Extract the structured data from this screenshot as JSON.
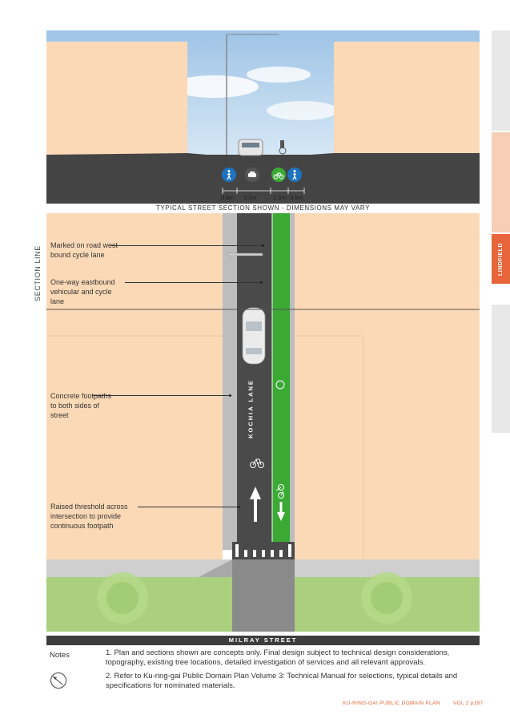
{
  "side_tab": {
    "label": "LINDFIELD"
  },
  "section": {
    "caption": "TYPICAL STREET SECTION SHOWN - DIMENSIONS MAY VARY",
    "dimensions": [
      "0.8m",
      "3.2m",
      "1.5m",
      "0.5m"
    ],
    "icons": [
      "pedestrian-icon",
      "car-icon",
      "bicycle-icon",
      "pedestrian-icon"
    ]
  },
  "plan": {
    "section_line_label": "SECTION LINE",
    "lane_name": "KOCHIA LANE",
    "street_name": "MILRAY STREET",
    "callouts": [
      "Marked on road west bound cycle lane",
      "One-way eastbound vehicular and cycle lane",
      "Concrete footpaths to both sides of street",
      "Raised threshold across intersection to provide continuous footpath"
    ]
  },
  "notes": {
    "title": "Notes",
    "items": [
      "1.  Plan and sections shown are concepts only. Final design subject to technical design considerations, topography, existing tree locations, detailed investigation of services and all relevant approvals.",
      "2.  Refer to Ku-ring-gai Public Domain Plan Volume 3: Technical Manual for selections, typical details and specifications for nominated materials."
    ]
  },
  "footer": {
    "document_title": "KU-RING-GAI PUBLIC DOMAIN PLAN",
    "page_ref": "VOL 2 p197"
  },
  "colors": {
    "building": "#fcd9b6",
    "road": "#4a4a4a",
    "cycle_lane": "#3aaa35",
    "footpath": "#bdbdbd",
    "grass": "#a9cf7f",
    "accent": "#e8653b",
    "icon_blue": "#1e73be"
  }
}
